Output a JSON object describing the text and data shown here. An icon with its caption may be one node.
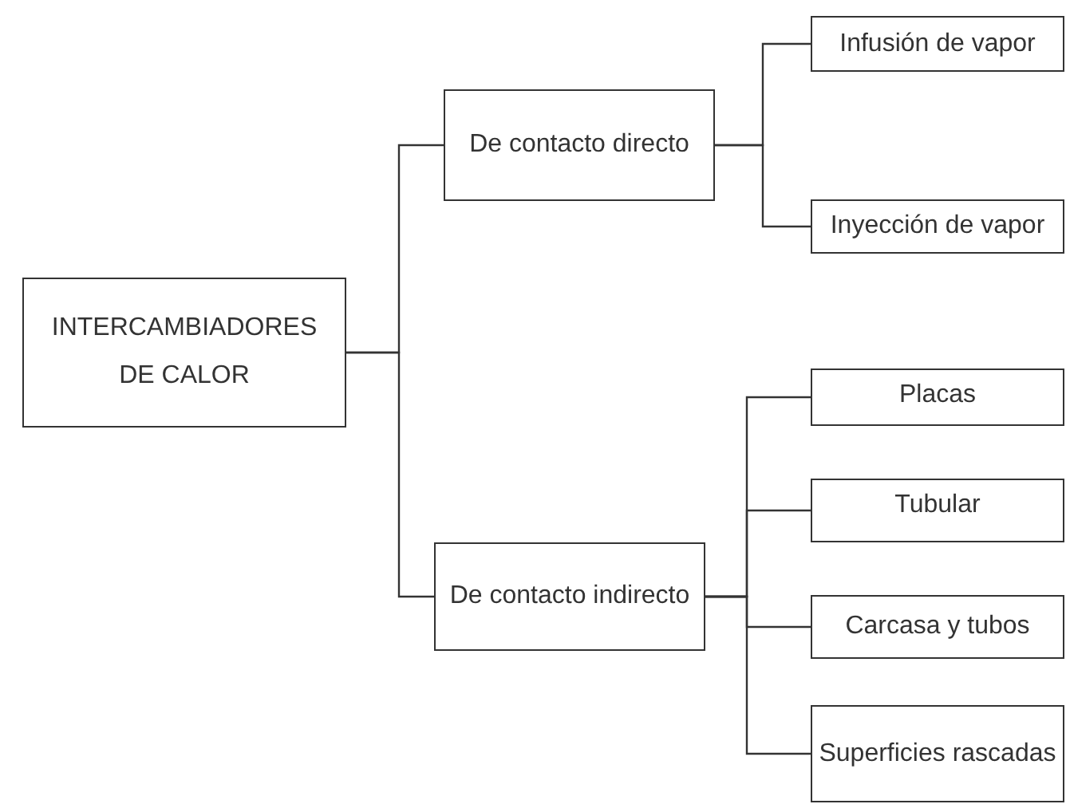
{
  "diagram": {
    "nodes": [
      {
        "text": [
          "INTERCAMBIADORES DE CALOR"
        ]
      },
      {
        "text": [
          "De contacto directo"
        ]
      },
      {
        "text": [
          "De contacto indirecto"
        ]
      },
      {
        "text": [
          "Infusión de vapor"
        ]
      },
      {
        "text": [
          "Inyección de vapor"
        ]
      },
      {
        "text": [
          "Placas"
        ]
      },
      {
        "text": [
          "Tubular"
        ]
      },
      {
        "text": [
          "Carcasa y tubos"
        ]
      },
      {
        "text": [
          "Superficies rascadas"
        ]
      }
    ],
    "edges": [
      {
        "from": 0,
        "to": 1,
        "arrow": "none"
      },
      {
        "from": 0,
        "to": 2,
        "arrow": "none"
      },
      {
        "from": 1,
        "to": 3,
        "arrow": "none"
      },
      {
        "from": 1,
        "to": 4,
        "arrow": "none"
      },
      {
        "from": 2,
        "to": 5,
        "arrow": "none"
      },
      {
        "from": 2,
        "to": 6,
        "arrow": "none"
      },
      {
        "from": 2,
        "to": 7,
        "arrow": "none"
      },
      {
        "from": 2,
        "to": 8,
        "arrow": "none"
      }
    ]
  }
}
